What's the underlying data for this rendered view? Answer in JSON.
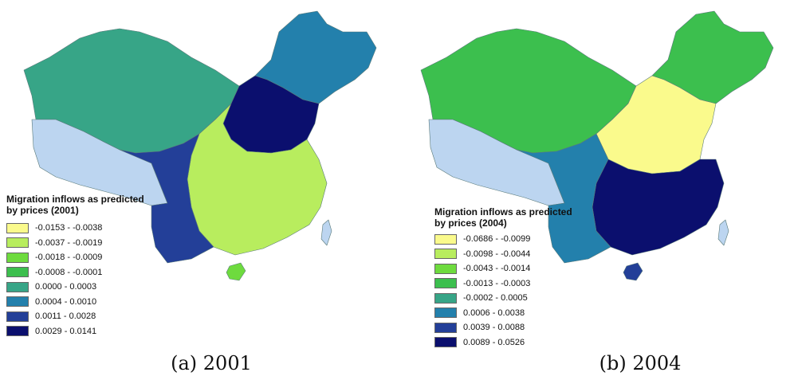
{
  "maps": [
    {
      "caption": "(a) 2001",
      "legend_title_line1": "Migration inflows as predicted",
      "legend_title_line2": "by prices (2001)",
      "legend": [
        {
          "label": "-0.0153 - -0.0038",
          "color": "#fafa8c"
        },
        {
          "label": "-0.0037 - -0.0019",
          "color": "#b8ed5e"
        },
        {
          "label": "-0.0018 - -0.0009",
          "color": "#6edb3e"
        },
        {
          "label": "-0.0008 - -0.0001",
          "color": "#3cbf4e"
        },
        {
          "label": "0.0000 - 0.0003",
          "color": "#37a587"
        },
        {
          "label": "0.0004 - 0.0010",
          "color": "#2380ac"
        },
        {
          "label": "0.0011 - 0.0028",
          "color": "#233f98"
        },
        {
          "label": "0.0029 - 0.0141",
          "color": "#0b0f6e"
        }
      ]
    },
    {
      "caption": "(b) 2004",
      "legend_title_line1": "Migration inflows as predicted",
      "legend_title_line2": "by prices (2004)",
      "legend": [
        {
          "label": "-0.0686 - -0.0099",
          "color": "#fafa8c"
        },
        {
          "label": "-0.0098 - -0.0044",
          "color": "#b8ed5e"
        },
        {
          "label": "-0.0043 - -0.0014",
          "color": "#6edb3e"
        },
        {
          "label": "-0.0013 - -0.0003",
          "color": "#3cbf4e"
        },
        {
          "label": "-0.0002 - 0.0005",
          "color": "#37a587"
        },
        {
          "label": "0.0006 - 0.0038",
          "color": "#2380ac"
        },
        {
          "label": "0.0039 - 0.0088",
          "color": "#233f98"
        },
        {
          "label": "0.0089 - 0.0526",
          "color": "#0b0f6e"
        }
      ]
    }
  ],
  "no_data_color": "#bcd5f0",
  "region_colors_2001": {
    "northwest": "#37a587",
    "tibet": "#bcd5f0",
    "northeast": "#2380ac",
    "north_china": "#0b0f6e",
    "central_south": "#b8ed5e",
    "southwest": "#233f98",
    "hainan": "#6edb3e",
    "taiwan": "#bcd5f0"
  },
  "region_colors_2004": {
    "northwest": "#3cbf4e",
    "tibet": "#bcd5f0",
    "northeast": "#3cbf4e",
    "north_china": "#fafa8c",
    "central_south": "#0b0f6e",
    "southwest": "#2380ac",
    "hainan": "#233f98",
    "taiwan": "#bcd5f0"
  }
}
